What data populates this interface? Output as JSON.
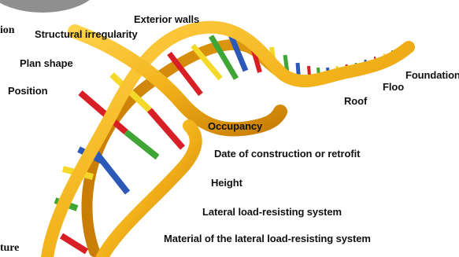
{
  "figure": {
    "labels": {
      "exterior_walls": "Exterior walls",
      "structural_irregularity": "Structural irregularity",
      "plan_shape": "Plan shape",
      "position": "Position",
      "foundation": "Foundation",
      "floor": "Floo",
      "roof": "Roof",
      "occupancy": "Occupancy",
      "date_of_construction": "Date of construction or retrofit",
      "height": "Height",
      "lateral_load_system": "Lateral load-resisting system",
      "material_lateral_system": "Material of the lateral load-resisting system",
      "cut_left_top": "ion",
      "cut_left_bottom": "ture"
    },
    "colors": {
      "backbone": "#f2b21a",
      "backbone_dark": "#c97d05",
      "rung_red": "#d81f26",
      "rung_green": "#3fa535",
      "rung_blue": "#2c58b8",
      "rung_yellow": "#f4d82a",
      "disc": "#8f8f8f"
    },
    "image_desc": "DNA double helix with colored base-pair rungs"
  }
}
